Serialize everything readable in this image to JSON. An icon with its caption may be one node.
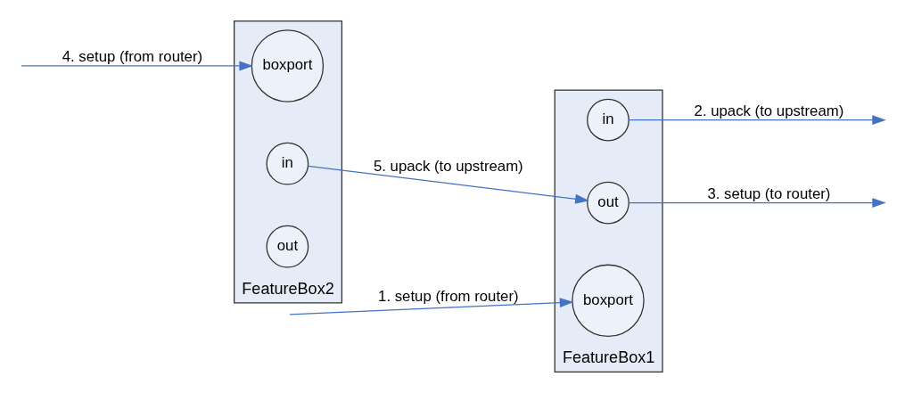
{
  "diagram": {
    "nodes": [
      {
        "text": [
          "FeatureBox1"
        ]
      },
      {
        "text": [
          "boxport"
        ],
        "in": 0
      },
      {
        "text": [
          "in"
        ],
        "in": 0
      },
      {
        "text": [
          "out"
        ],
        "in": 0
      },
      {
        "text": [
          "FeatureBox2"
        ]
      },
      {
        "text": [
          "boxport"
        ],
        "in": 4
      },
      {
        "text": [
          "in"
        ],
        "in": 4
      },
      {
        "text": [
          "out"
        ],
        "in": 4
      }
    ],
    "edges": [
      {
        "from": null,
        "to": 1,
        "arrow": "to",
        "label": "1. setup (from router)"
      },
      {
        "from": 2,
        "to": null,
        "arrow": "to",
        "label": "2. upack (to upstream)"
      },
      {
        "from": 3,
        "to": null,
        "arrow": "to",
        "label": "3. setup (to router)"
      },
      {
        "from": null,
        "to": 5,
        "arrow": "to",
        "label": "4. setup (from router)"
      },
      {
        "from": 6,
        "to": 3,
        "arrow": "to",
        "label": "5. upack (to upstream)"
      }
    ]
  }
}
